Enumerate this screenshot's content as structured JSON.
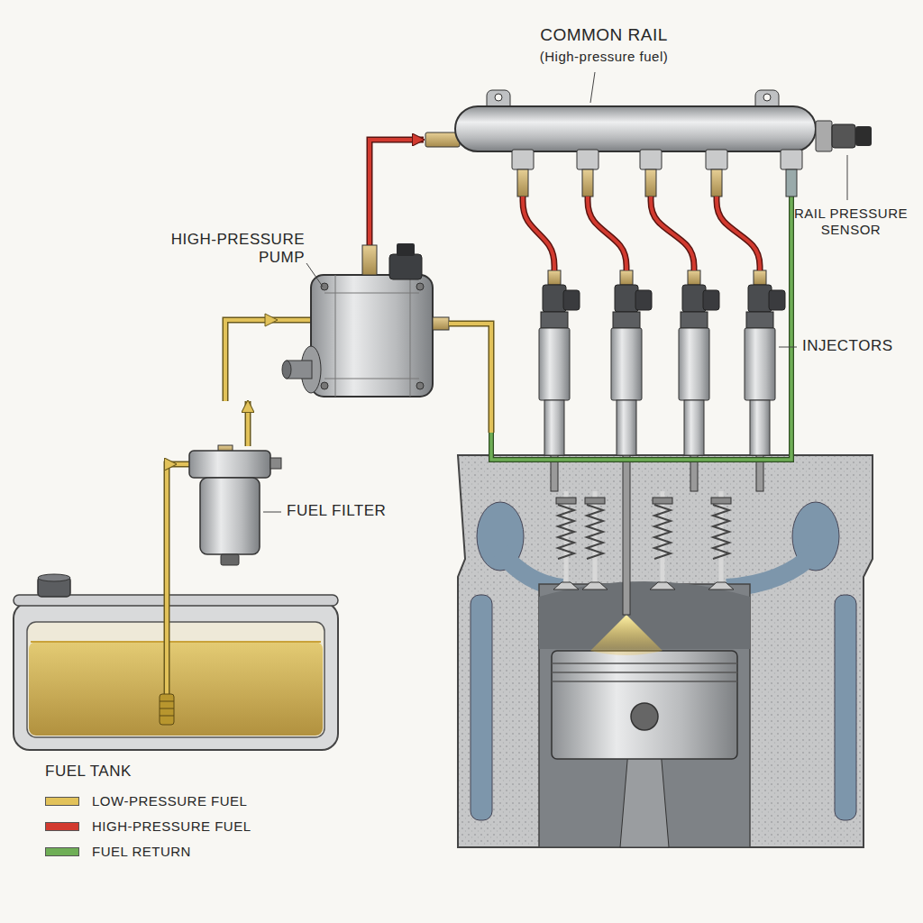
{
  "diagram": {
    "nodes": [
      {
        "text": [
          "COMMON RAIL",
          "(High-pressure fuel)"
        ]
      },
      {
        "text": [
          "RAIL PRESSURE SENSOR"
        ]
      },
      {
        "text": [
          "HIGH-PRESSURE PUMP"
        ]
      },
      {
        "text": [
          "INJECTORS"
        ]
      },
      {
        "text": [
          "FUEL FILTER"
        ]
      },
      {
        "text": [
          "FUEL TANK"
        ]
      }
    ],
    "edges": [
      {
        "from": 5,
        "to": 4,
        "arrow": "to"
      },
      {
        "from": 4,
        "to": 2,
        "arrow": "to"
      },
      {
        "from": 2,
        "to": 0,
        "arrow": "to"
      },
      {
        "from": 0,
        "to": 3,
        "arrow": "none"
      }
    ],
    "legend": [
      {
        "text": "LOW-PRESSURE FUEL",
        "color": "#e2c25a"
      },
      {
        "text": "HIGH-PRESSURE FUEL",
        "color": "#d23a2f"
      },
      {
        "text": "FUEL RETURN",
        "color": "#6fae56"
      }
    ]
  }
}
